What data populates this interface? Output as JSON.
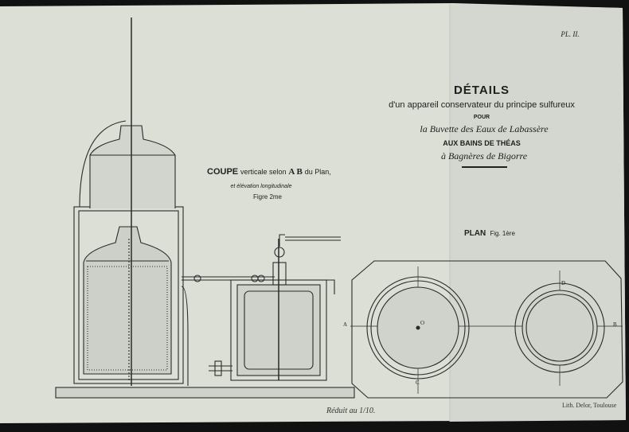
{
  "plate_number": "PL. II.",
  "title": {
    "heading": "DÉTAILS",
    "subtitle": "d'un appareil conservateur du principe sulfureux",
    "pour": "POUR",
    "buvette": "la Buvette des Eaux de Labassère",
    "bains": "AUX BAINS DE THÉAS",
    "location": "à Bagnères de Bigorre"
  },
  "section_caption": {
    "coupe": "COUPE",
    "rest": "verticale selon",
    "ab": "A B",
    "du_plan": "du Plan,",
    "elevation": "et élévation longitudinale",
    "figure": "Figre 2me"
  },
  "plan_caption": {
    "label": "PLAN",
    "figure": "Fig. 1ère"
  },
  "plan_labels": {
    "a": "A",
    "b": "B",
    "c": "C",
    "d": "D",
    "o": "O"
  },
  "scale_note": "Réduit au 1/10.",
  "printer": "Lith. Delor, Toulouse",
  "colors": {
    "paper": "#dcdfd6",
    "ink": "#2a2a2a",
    "background": "#111111"
  }
}
